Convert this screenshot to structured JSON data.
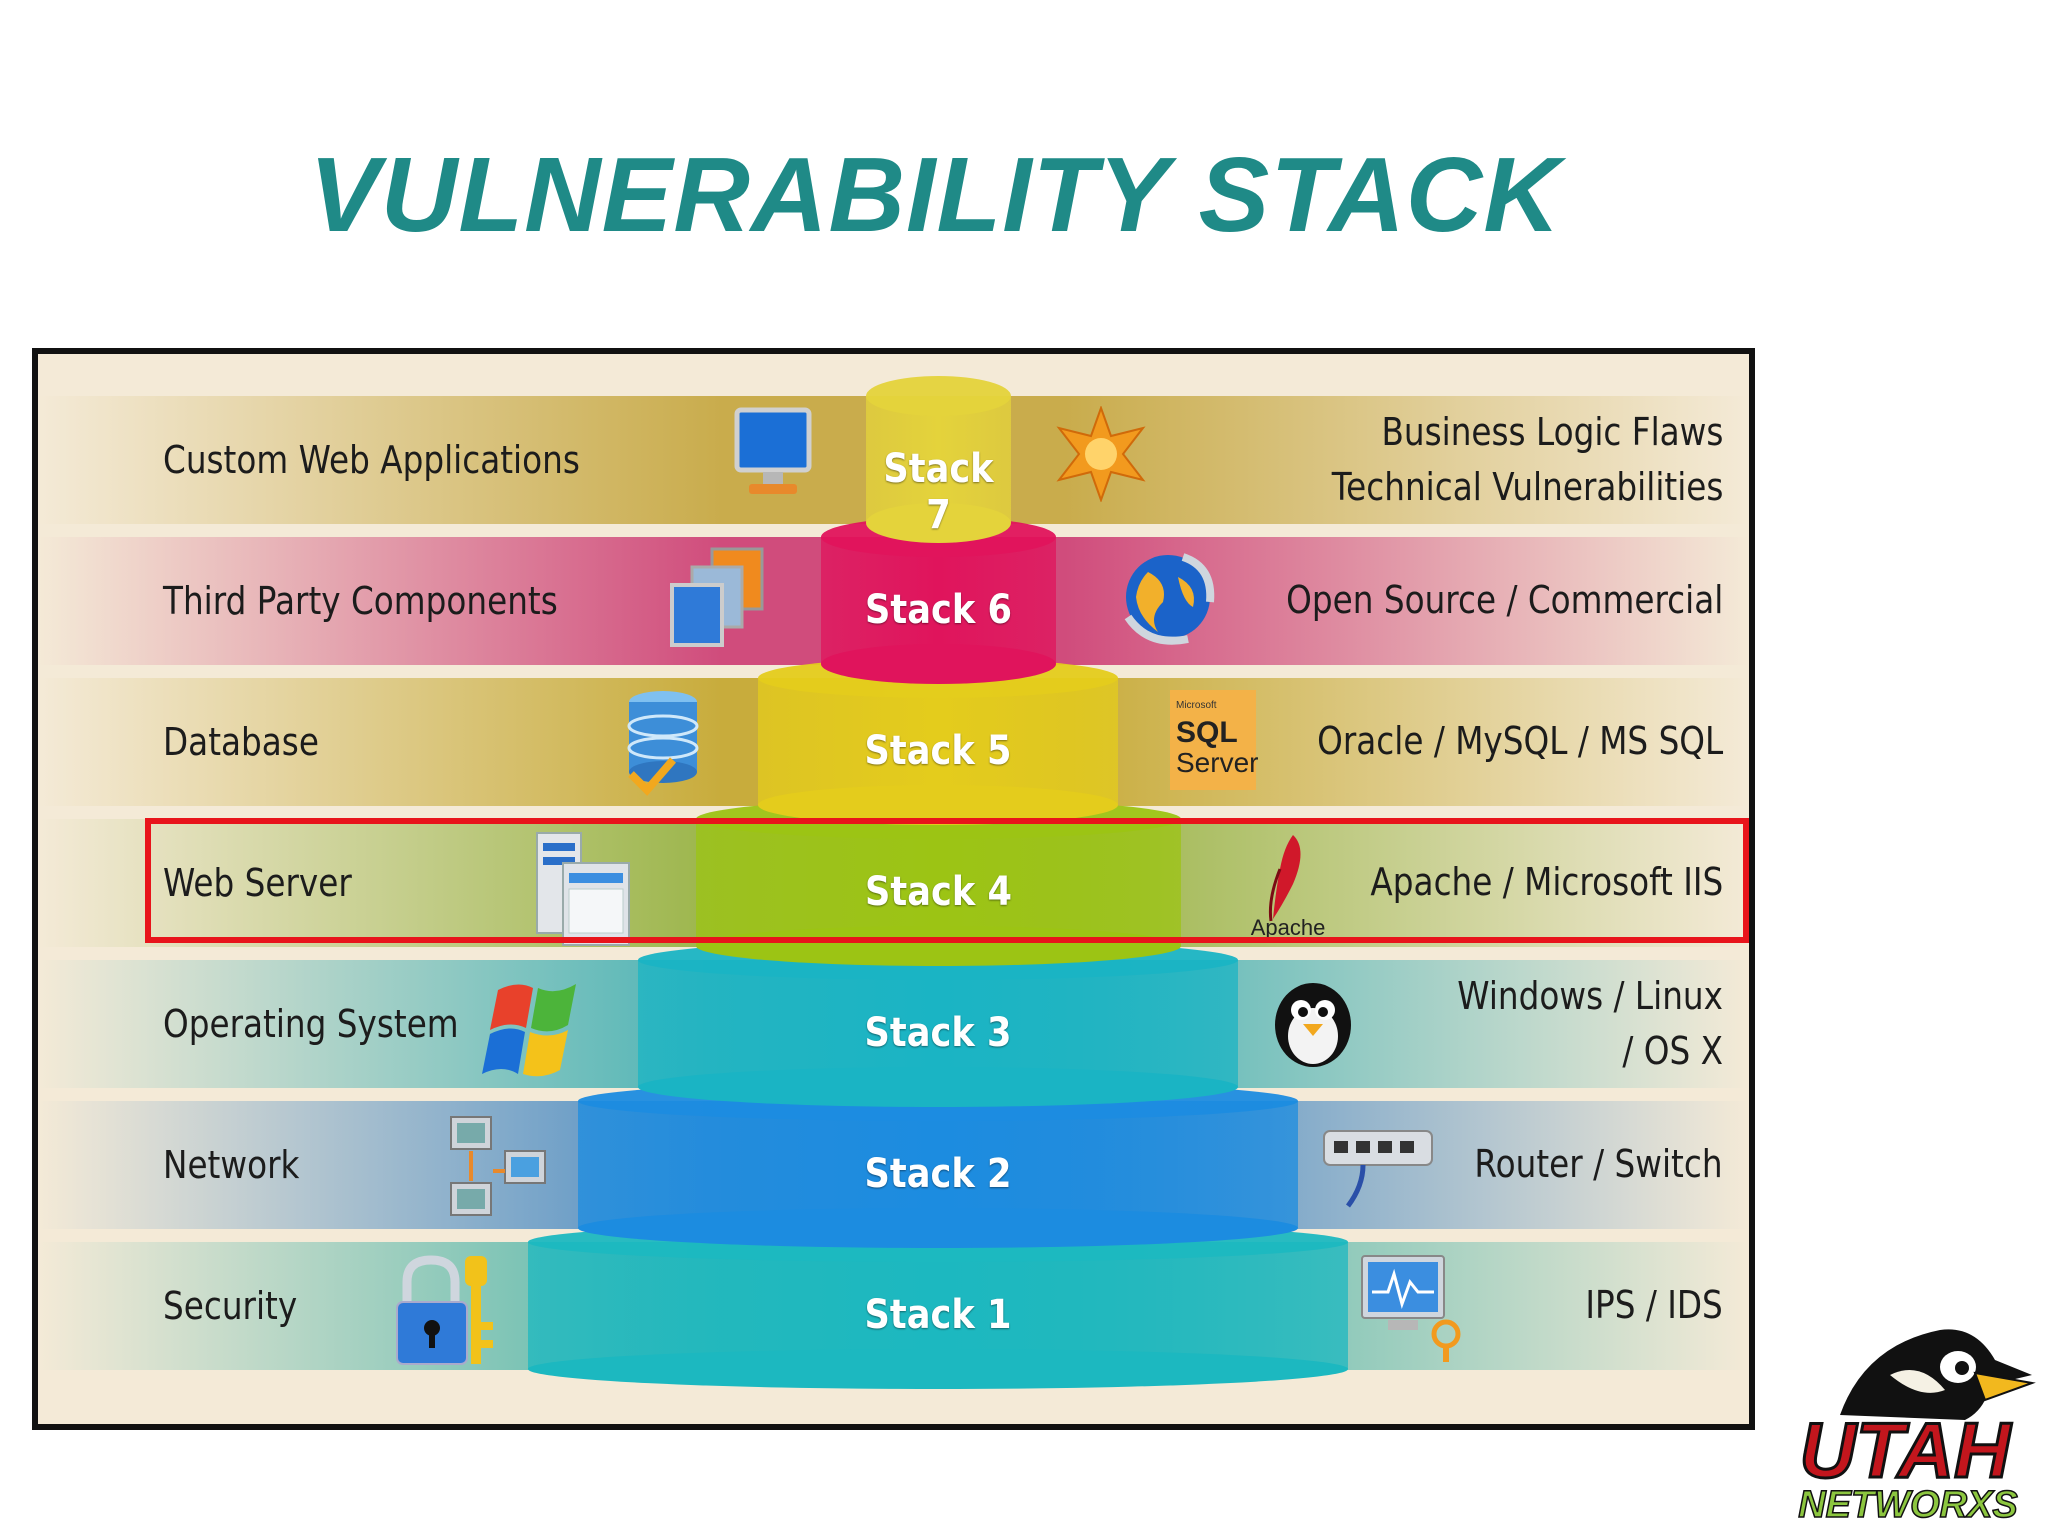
{
  "slide": {
    "title": "VULNERABILITY STACK"
  },
  "layers": [
    {
      "stack": "Stack 7",
      "left": "Custom Web Applications",
      "right": [
        "Business Logic Flaws",
        "Technical Vulnerabilities"
      ],
      "left_icon": "monitor-icon",
      "right_icon": "starburst-icon",
      "band_color": "#c9ac4c",
      "tier_color": "#e4d33b"
    },
    {
      "stack": "Stack 6",
      "left": "Third Party Components",
      "right": [
        "Open Source / Commercial"
      ],
      "left_icon": "stacked-windows-icon",
      "right_icon": "globe-icon",
      "band_color": "#d04c7c",
      "tier_color": "#e0145c"
    },
    {
      "stack": "Stack 5",
      "left": "Database",
      "right": [
        "Oracle / MySQL / MS SQL"
      ],
      "left_icon": "database-icon",
      "right_icon": "sql-server-icon",
      "right_icon_text": [
        "Microsoft",
        "SQL",
        "Server"
      ],
      "band_color": "#c8ac3c",
      "tier_color": "#e4cc1c"
    },
    {
      "stack": "Stack 4",
      "left": "Web Server",
      "right": [
        "Apache / Microsoft IIS"
      ],
      "left_icon": "server-icon",
      "right_icon": "apache-feather-icon",
      "right_icon_text": [
        "Apache"
      ],
      "band_color": "#9bb54a",
      "tier_color": "#9cc414"
    },
    {
      "stack": "Stack 3",
      "left": "Operating System",
      "right": [
        "Windows / Linux",
        "/ OS X"
      ],
      "left_icon": "windows-logo-icon",
      "right_icon": "penguin-icon",
      "band_color": "#4cb3b5",
      "tier_color": "#1ab4c4"
    },
    {
      "stack": "Stack 2",
      "left": "Network",
      "right": [
        "Router / Switch"
      ],
      "left_icon": "network-computers-icon",
      "right_icon": "router-icon",
      "band_color": "#4c8cc4",
      "tier_color": "#1c8ce0"
    },
    {
      "stack": "Stack 1",
      "left": "Security",
      "right": [
        "IPS / IDS"
      ],
      "left_icon": "padlock-key-icon",
      "right_icon": "monitor-magnifier-icon",
      "band_color": "#4cb4a8",
      "tier_color": "#1cb8c0"
    }
  ],
  "highlight_stack": "Stack 4",
  "logo": {
    "name": "utah-networxs-logo",
    "lines": [
      "UTAH",
      "NETWORXS"
    ]
  }
}
